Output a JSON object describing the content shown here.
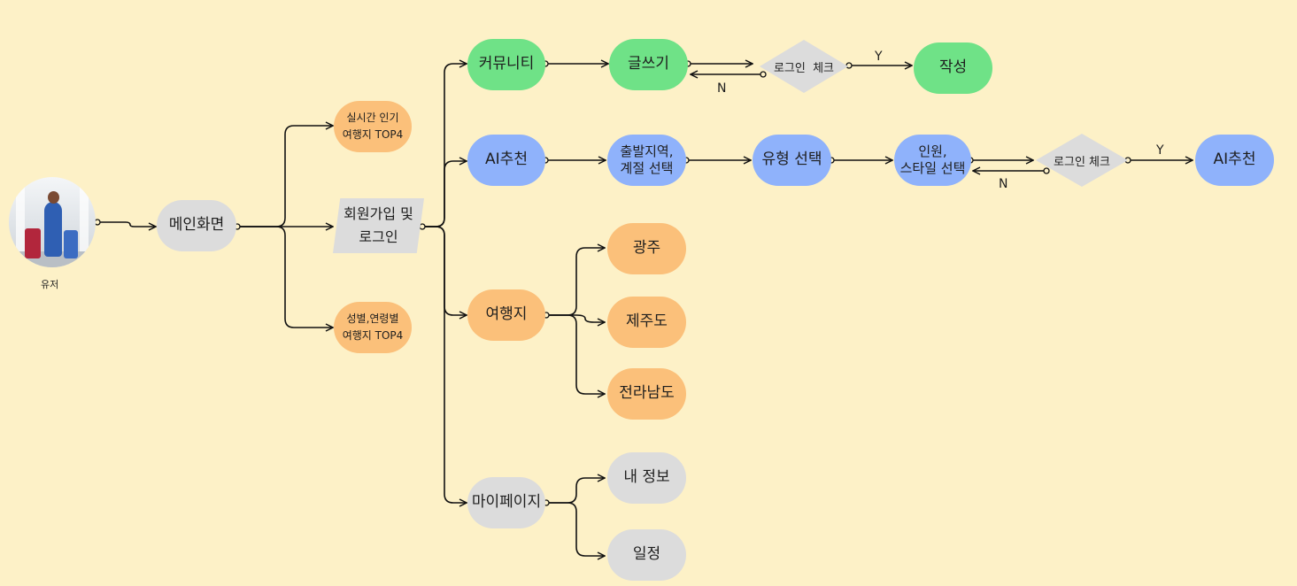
{
  "user": {
    "label": "유저"
  },
  "nodes": {
    "main": "메인화면",
    "signup": "회원가입 및\n로그인",
    "realtime_top4": "실시간 인기\n여행지 TOP4",
    "gender_top4": "성별,연령별\n여행지 TOP4",
    "community": "커뮤니티",
    "write": "글쓰기",
    "login_check_1": "로그인  체크",
    "post": "작성",
    "ai_rec": "AI추천",
    "origin_season": "출발지역,\n계절 선택",
    "type_select": "유형 선택",
    "people_style": "인원,\n스타일 선택",
    "login_check_2": "로그인 체크",
    "ai_rec_result": "AI추천",
    "destination": "여행지",
    "gwangju": "광주",
    "jeju": "제주도",
    "jeonnam": "전라남도",
    "mypage": "마이페이지",
    "myinfo": "내 정보",
    "schedule": "일정"
  },
  "edge_labels": {
    "yes_1": "Y",
    "no_1": "N",
    "yes_2": "Y",
    "no_2": "N"
  },
  "colors": {
    "background": "#fdf1c7",
    "community_branch": "#6fe287",
    "ai_branch": "#8fb2fb",
    "destination_branch": "#fbc07a",
    "neutral": "#dcdcdc",
    "connector": "#111111"
  }
}
